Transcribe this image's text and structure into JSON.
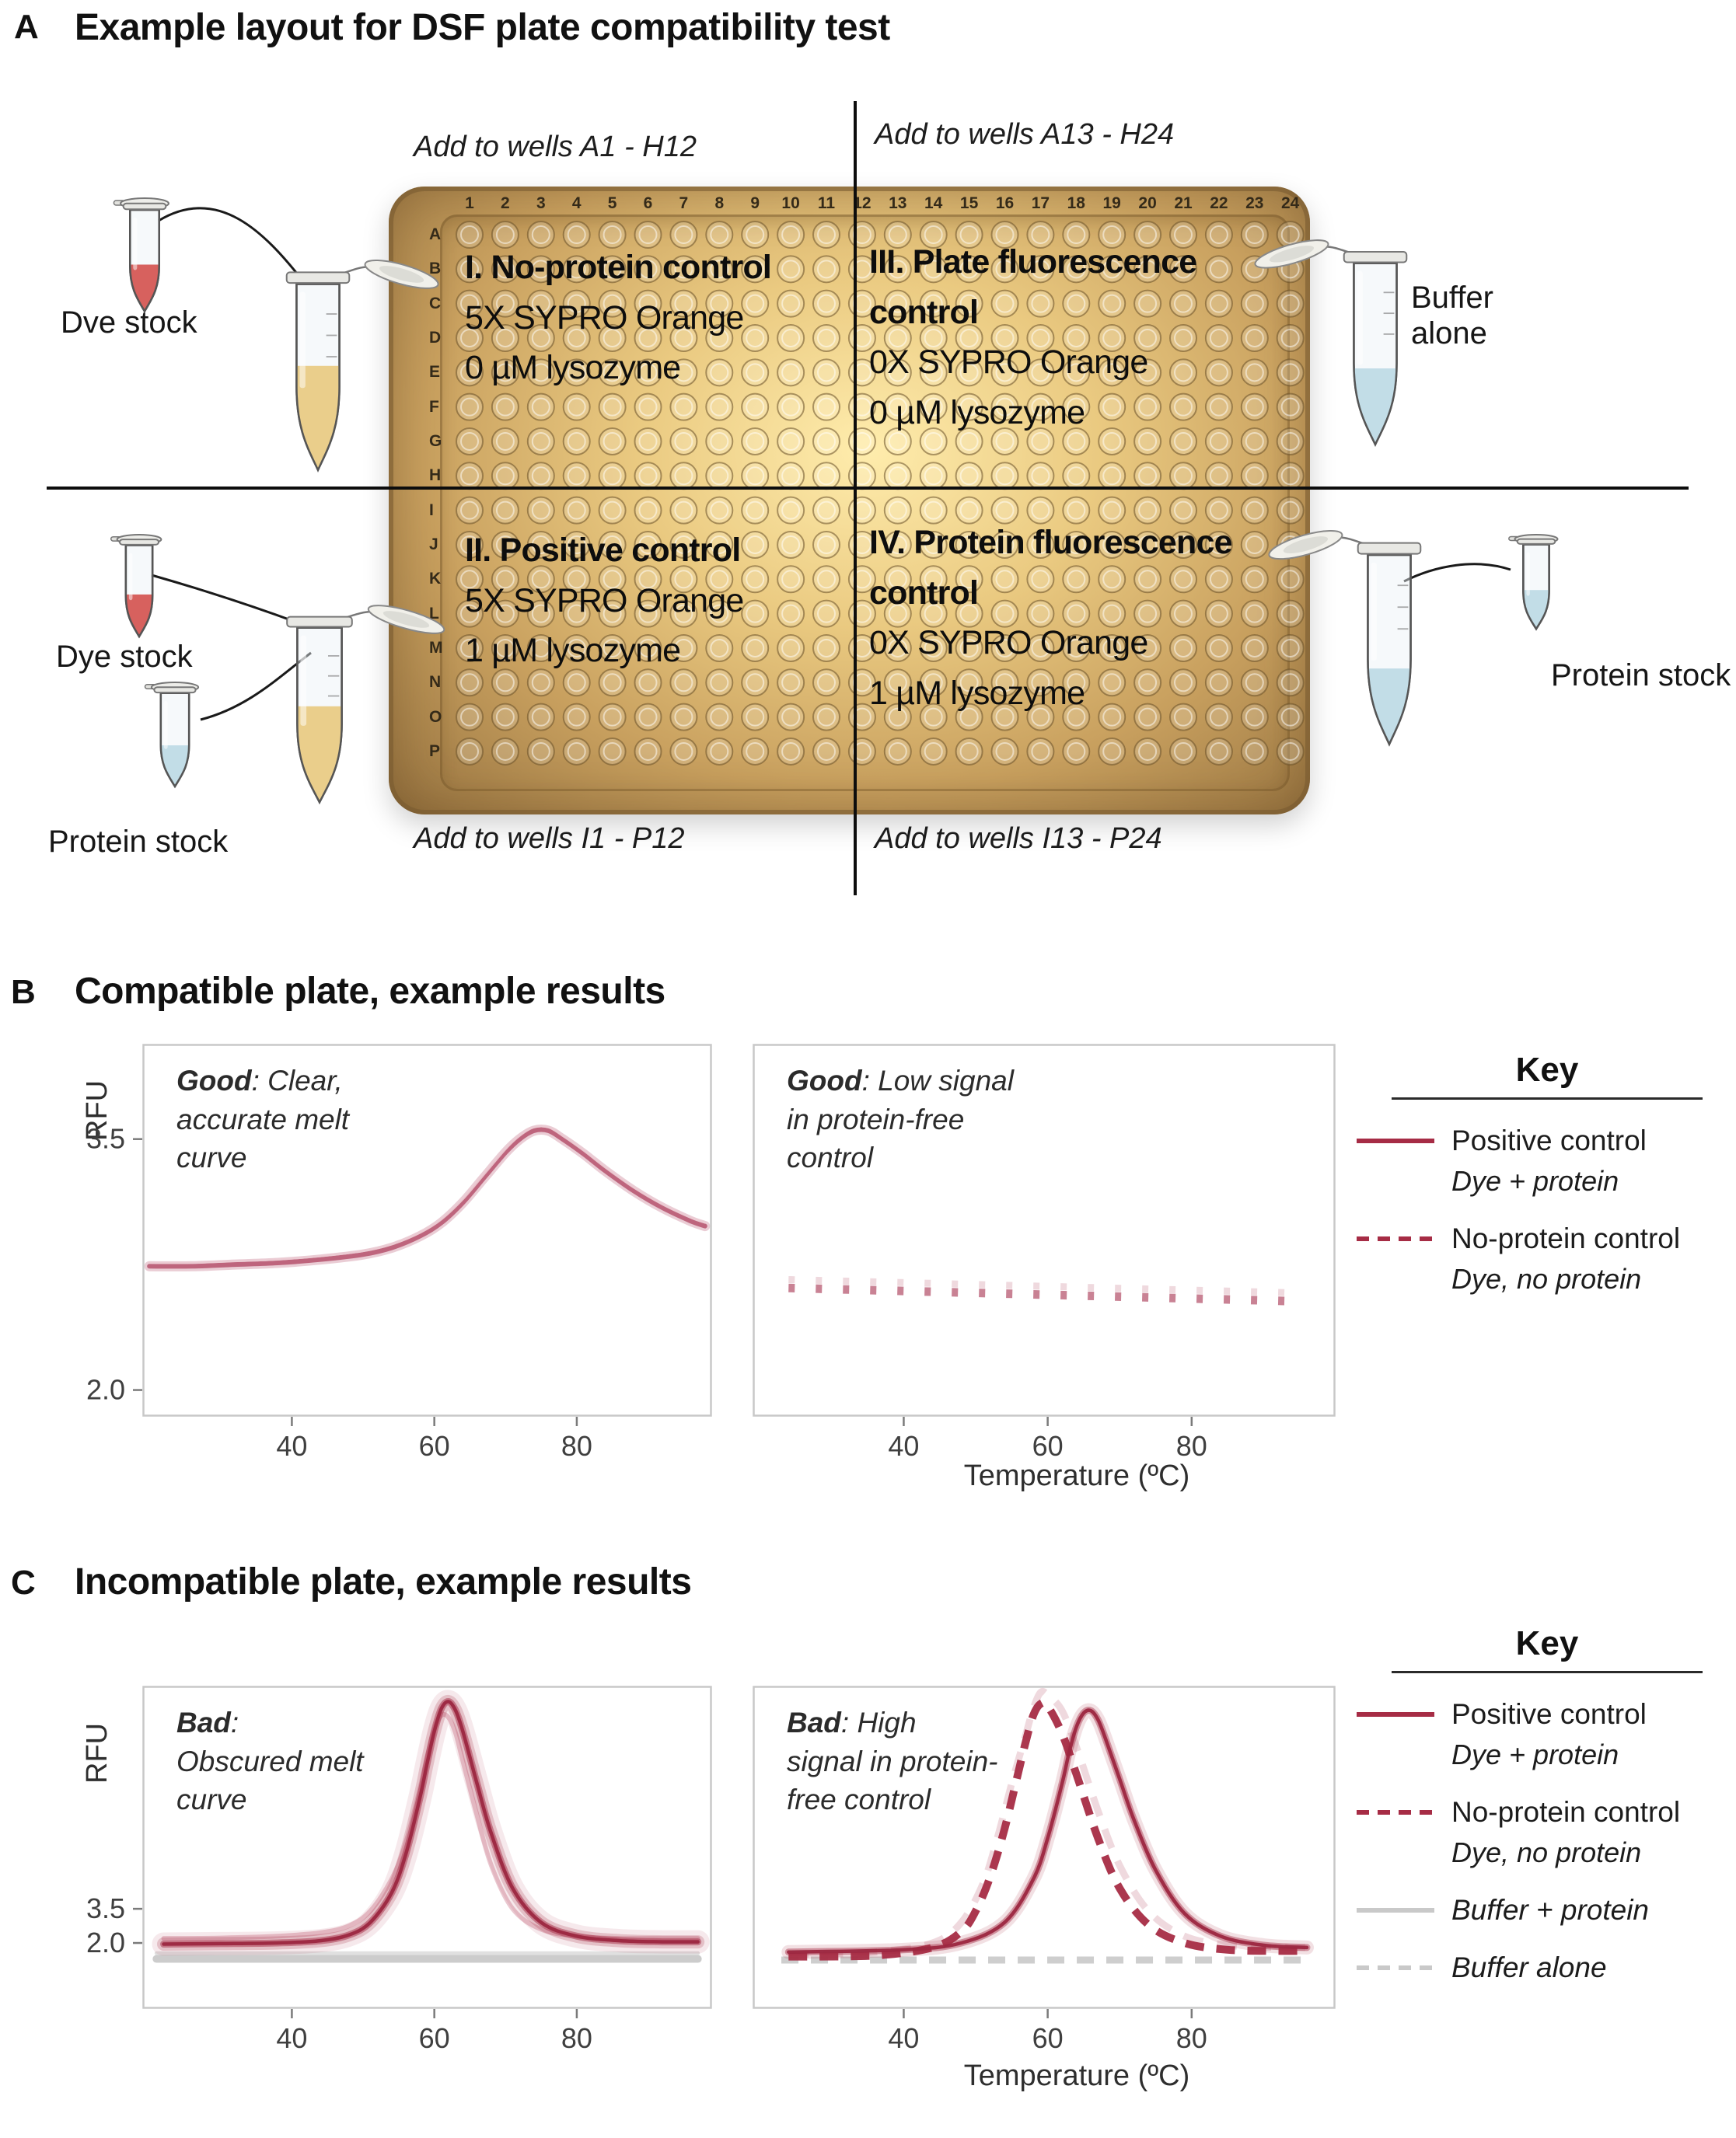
{
  "colors": {
    "positive_control": "#a62c45",
    "pink_light": "#d59cab",
    "buffer_gray": "#c9c9c9",
    "plate_tan": "#d8b46e",
    "dye_red": "#d4504c",
    "mix_yellow": "#e9c97e",
    "buffer_blue": "#bdd9e4"
  },
  "panelA": {
    "label": "A",
    "title": "Example layout for DSF plate compatibility test",
    "add_top_left": "Add to wells A1 - H12",
    "add_top_right": "Add to wells A13 - H24",
    "add_bottom_left": "Add to wells I1 - P12",
    "add_bottom_right": "Add to wells I13 - P24",
    "plate": {
      "columns": [
        "1",
        "2",
        "3",
        "4",
        "5",
        "6",
        "7",
        "8",
        "9",
        "10",
        "11",
        "12",
        "13",
        "14",
        "15",
        "16",
        "17",
        "18",
        "19",
        "20",
        "21",
        "22",
        "23",
        "24"
      ],
      "rows": [
        "A",
        "B",
        "C",
        "D",
        "E",
        "F",
        "G",
        "H",
        "I",
        "J",
        "K",
        "L",
        "M",
        "N",
        "O",
        "P"
      ],
      "quadrant_I": {
        "title": "I. No-protein control",
        "dye": "5X SYPRO Orange",
        "protein": "0 µM lysozyme"
      },
      "quadrant_III": {
        "title": "III. Plate fluorescence control",
        "dye": "0X SYPRO Orange",
        "protein": "0 µM lysozyme"
      },
      "quadrant_II": {
        "title": "II. Positive control",
        "dye": "5X SYPRO Orange",
        "protein": "1 µM lysozyme"
      },
      "quadrant_IV": {
        "title": "IV. Protein fluorescence control",
        "dye": "0X SYPRO Orange",
        "protein": "1 µM lysozyme"
      }
    },
    "labels": {
      "dve_stock": "Dve stock",
      "buffer_alone": "Buffer alone",
      "dye_stock": "Dye stock",
      "protein_stock_left": "Protein stock",
      "protein_stock_right": "Protein stock"
    }
  },
  "panelB": {
    "label": "B",
    "title": "Compatible plate, example results",
    "ylabel": "RFU",
    "xlabel": "Temperature (ºC)",
    "note_left": {
      "lead": "Good",
      "line1_rest": ": Clear,",
      "line2": "accurate melt",
      "line3": "curve"
    },
    "note_right": {
      "lead": "Good",
      "line1_rest": ": Low signal",
      "line2": "in protein-free",
      "line3": "control"
    }
  },
  "panelC": {
    "label": "C",
    "title": "Incompatible plate, example results",
    "ylabel": "RFU",
    "xlabel": "Temperature (ºC)",
    "note_left": {
      "lead": "Bad",
      "line1_rest": ":",
      "line2": "Obscured melt",
      "line3": "curve"
    },
    "note_right": {
      "lead": "Bad",
      "line1_rest": ": High",
      "line2": "signal in protein-",
      "line3": "free control"
    }
  },
  "keys": {
    "key_b": {
      "title": "Key",
      "entries": [
        {
          "style": "solid",
          "color": "#a62c45",
          "label": "Positive control",
          "sub": "Dye + protein"
        },
        {
          "style": "dashed",
          "color": "#a62c45",
          "label": "No-protein control",
          "sub": "Dye, no protein"
        }
      ]
    },
    "key_c": {
      "title": "Key",
      "entries": [
        {
          "style": "solid",
          "color": "#a62c45",
          "label": "Positive control",
          "sub": "Dye + protein"
        },
        {
          "style": "dashed",
          "color": "#a62c45",
          "label": "No-protein control",
          "sub": "Dye, no protein"
        },
        {
          "style": "solid",
          "color": "#c9c9c9",
          "label": "Buffer + protein",
          "italic": true
        },
        {
          "style": "dashed",
          "color": "#c9c9c9",
          "label": "Buffer alone",
          "italic": true
        }
      ]
    }
  },
  "chart_data": [
    {
      "id": "b_left",
      "type": "line",
      "title": "Good: Clear, accurate melt curve",
      "xlabel": "Temperature (ºC)",
      "ylabel": "RFU",
      "xlim": [
        19,
        99
      ],
      "ylim": [
        1.84,
        4.07
      ],
      "xticks": [
        40,
        60,
        80
      ],
      "xtick_labels": [
        "40",
        "60",
        "80"
      ],
      "yticks": [
        3.5,
        2.0
      ],
      "ytick_labels": [
        "3.5",
        "2.0"
      ],
      "series": [
        {
          "name": "positive_control_bundle",
          "x": [
            20,
            26,
            32,
            38,
            44,
            50,
            54,
            58,
            61,
            64,
            67,
            70,
            72,
            74,
            76,
            78,
            81,
            84,
            88,
            92,
            96,
            98
          ],
          "y": [
            2.74,
            2.74,
            2.75,
            2.76,
            2.78,
            2.81,
            2.85,
            2.92,
            3.0,
            3.12,
            3.27,
            3.42,
            3.5,
            3.55,
            3.55,
            3.5,
            3.41,
            3.31,
            3.19,
            3.09,
            3.01,
            2.98
          ],
          "strokes": [
            {
              "color": "#d59cab",
              "width": 13,
              "opacity": 0.5
            },
            {
              "color": "#bc5f78",
              "width": 6,
              "opacity": 0.95
            }
          ]
        },
        {
          "name": "positive_control_highlight",
          "x": [
            20,
            26,
            32,
            38,
            44,
            50,
            54,
            58,
            61,
            64,
            67,
            70,
            72,
            74,
            76,
            78,
            81,
            84,
            88,
            92,
            96,
            98
          ],
          "y": [
            2.76,
            2.76,
            2.77,
            2.78,
            2.8,
            2.83,
            2.87,
            2.94,
            3.02,
            3.14,
            3.29,
            3.44,
            3.52,
            3.57,
            3.57,
            3.52,
            3.43,
            3.33,
            3.21,
            3.11,
            3.03,
            3.0
          ],
          "strokes": [
            {
              "color": "#eccbd3",
              "width": 2.5,
              "opacity": 0.9
            }
          ]
        }
      ]
    },
    {
      "id": "b_right",
      "type": "line",
      "title": "Good: Low signal in protein-free control",
      "xlabel": "Temperature (ºC)",
      "ylabel": "",
      "xlim": [
        19,
        100
      ],
      "ylim": [
        1.84,
        4.07
      ],
      "xticks": [
        40,
        60,
        80
      ],
      "xtick_labels": [
        "40",
        "60",
        "80"
      ],
      "yticks": [],
      "ytick_labels": [],
      "series": [
        {
          "name": "no_protein_control_faint",
          "x": [
            24,
            95
          ],
          "y": [
            2.66,
            2.58
          ],
          "strokes": [
            {
              "color": "#dcaab6",
              "width": 9,
              "opacity": 0.45,
              "dash": "8 27"
            }
          ]
        },
        {
          "name": "no_protein_control",
          "x": [
            24,
            95
          ],
          "y": [
            2.61,
            2.53
          ],
          "strokes": [
            {
              "color": "#c06c81",
              "width": 11,
              "opacity": 0.85,
              "dash": "8 27"
            }
          ]
        }
      ]
    },
    {
      "id": "c_left",
      "type": "line",
      "title": "Bad: Obscured melt curve",
      "xlabel": "Temperature (ºC)",
      "ylabel": "RFU",
      "xlim": [
        19,
        99
      ],
      "ylim": [
        -0.9,
        13.3
      ],
      "xticks": [
        40,
        60,
        80
      ],
      "xtick_labels": [
        "40",
        "60",
        "80"
      ],
      "yticks": [
        3.5,
        2.0
      ],
      "ytick_labels": [
        "3.5",
        "2.0"
      ],
      "series": [
        {
          "name": "buffer_protein",
          "x": [
            21,
            97
          ],
          "y": [
            1.3,
            1.3
          ],
          "strokes": [
            {
              "color": "#c6c6c6",
              "width": 10,
              "opacity": 0.9
            }
          ]
        },
        {
          "name": "buffer_protein_2",
          "x": [
            21,
            97
          ],
          "y": [
            1.55,
            1.55
          ],
          "strokes": [
            {
              "color": "#d8d8d8",
              "width": 5,
              "opacity": 0.8
            }
          ]
        },
        {
          "name": "positive_control_replicates_light",
          "x": [
            22,
            30,
            38,
            44,
            48,
            51,
            54,
            56,
            58,
            59,
            60,
            61,
            62,
            63,
            64,
            66,
            68,
            71,
            75,
            80,
            86,
            92,
            97
          ],
          "y": [
            2.2,
            2.22,
            2.3,
            2.45,
            2.75,
            3.4,
            4.8,
            6.4,
            8.8,
            10.2,
            11.4,
            12.0,
            11.9,
            11.2,
            10.0,
            7.6,
            5.4,
            3.5,
            2.6,
            2.3,
            2.2,
            2.2,
            2.2
          ],
          "strokes": [
            {
              "color": "#dca4b1",
              "width": 6,
              "opacity": 0.6
            }
          ]
        },
        {
          "name": "positive_control_bundle",
          "x": [
            22,
            30,
            38,
            44,
            48,
            51,
            54,
            56,
            58,
            59,
            60,
            61,
            62,
            63,
            64,
            66,
            68,
            71,
            75,
            80,
            86,
            92,
            97
          ],
          "y": [
            1.95,
            1.97,
            2.0,
            2.1,
            2.35,
            2.9,
            4.2,
            5.9,
            8.4,
            9.9,
            11.3,
            12.3,
            12.6,
            12.2,
            11.3,
            9.0,
            6.8,
            4.4,
            2.9,
            2.3,
            2.1,
            2.05,
            2.05
          ],
          "strokes": [
            {
              "color": "#a62c45",
              "width": 30,
              "opacity": 0.1
            },
            {
              "color": "#a62c45",
              "width": 17,
              "opacity": 0.22
            },
            {
              "color": "#a62c45",
              "width": 9,
              "opacity": 0.5
            },
            {
              "color": "#9c2740",
              "width": 4.5,
              "opacity": 0.95
            }
          ]
        }
      ]
    },
    {
      "id": "c_right",
      "type": "line",
      "title": "Bad: High signal in protein-free control",
      "xlabel": "Temperature (ºC)",
      "ylabel": "",
      "xlim": [
        19,
        100
      ],
      "ylim": [
        -0.9,
        13.3
      ],
      "xticks": [
        40,
        60,
        80
      ],
      "xtick_labels": [
        "40",
        "60",
        "80"
      ],
      "yticks": [],
      "ytick_labels": [],
      "series": [
        {
          "name": "buffer_alone",
          "x": [
            23,
            96
          ],
          "y": [
            1.25,
            1.25
          ],
          "strokes": [
            {
              "color": "#c9c9c9",
              "width": 9,
              "opacity": 0.9,
              "dash": "22 16"
            }
          ]
        },
        {
          "name": "no_protein_replicates_light",
          "x": [
            24,
            36,
            44,
            48,
            51,
            53,
            55,
            57,
            58,
            59,
            60,
            62,
            64,
            67,
            70,
            74,
            79,
            85,
            92,
            96
          ],
          "y": [
            1.5,
            1.6,
            2.0,
            2.9,
            4.6,
            6.6,
            9.0,
            11.2,
            12.3,
            13.0,
            12.9,
            12.2,
            10.6,
            7.8,
            5.4,
            3.4,
            2.3,
            1.9,
            1.8,
            1.8
          ],
          "strokes": [
            {
              "color": "#dcaab6",
              "width": 9,
              "opacity": 0.45,
              "dash": "26 18"
            }
          ]
        },
        {
          "name": "no_protein_control",
          "x": [
            24,
            36,
            44,
            48,
            50,
            52,
            54,
            56,
            57,
            58,
            59,
            60,
            62,
            64,
            67,
            70,
            74,
            79,
            85,
            92,
            96
          ],
          "y": [
            1.4,
            1.45,
            1.8,
            2.5,
            3.4,
            4.9,
            7.0,
            9.6,
            10.9,
            12.0,
            12.5,
            12.4,
            11.2,
            9.4,
            6.6,
            4.4,
            2.8,
            2.0,
            1.7,
            1.65,
            1.65
          ],
          "strokes": [
            {
              "color": "#a62c45",
              "width": 10,
              "opacity": 0.95,
              "dash": "24 16"
            }
          ]
        },
        {
          "name": "positive_control_bundle",
          "x": [
            24,
            40,
            48,
            54,
            58,
            60,
            62,
            63,
            64,
            65,
            66,
            67,
            68,
            70,
            72,
            75,
            79,
            84,
            90,
            96
          ],
          "y": [
            1.6,
            1.7,
            2.0,
            2.9,
            4.8,
            6.6,
            9.0,
            10.4,
            11.5,
            12.1,
            12.2,
            11.8,
            11.0,
            9.2,
            7.4,
            5.2,
            3.3,
            2.3,
            1.9,
            1.8
          ],
          "strokes": [
            {
              "color": "#a62c45",
              "width": 18,
              "opacity": 0.15
            },
            {
              "color": "#a62c45",
              "width": 9,
              "opacity": 0.45
            },
            {
              "color": "#9c2740",
              "width": 4.5,
              "opacity": 0.95
            }
          ]
        }
      ]
    }
  ]
}
